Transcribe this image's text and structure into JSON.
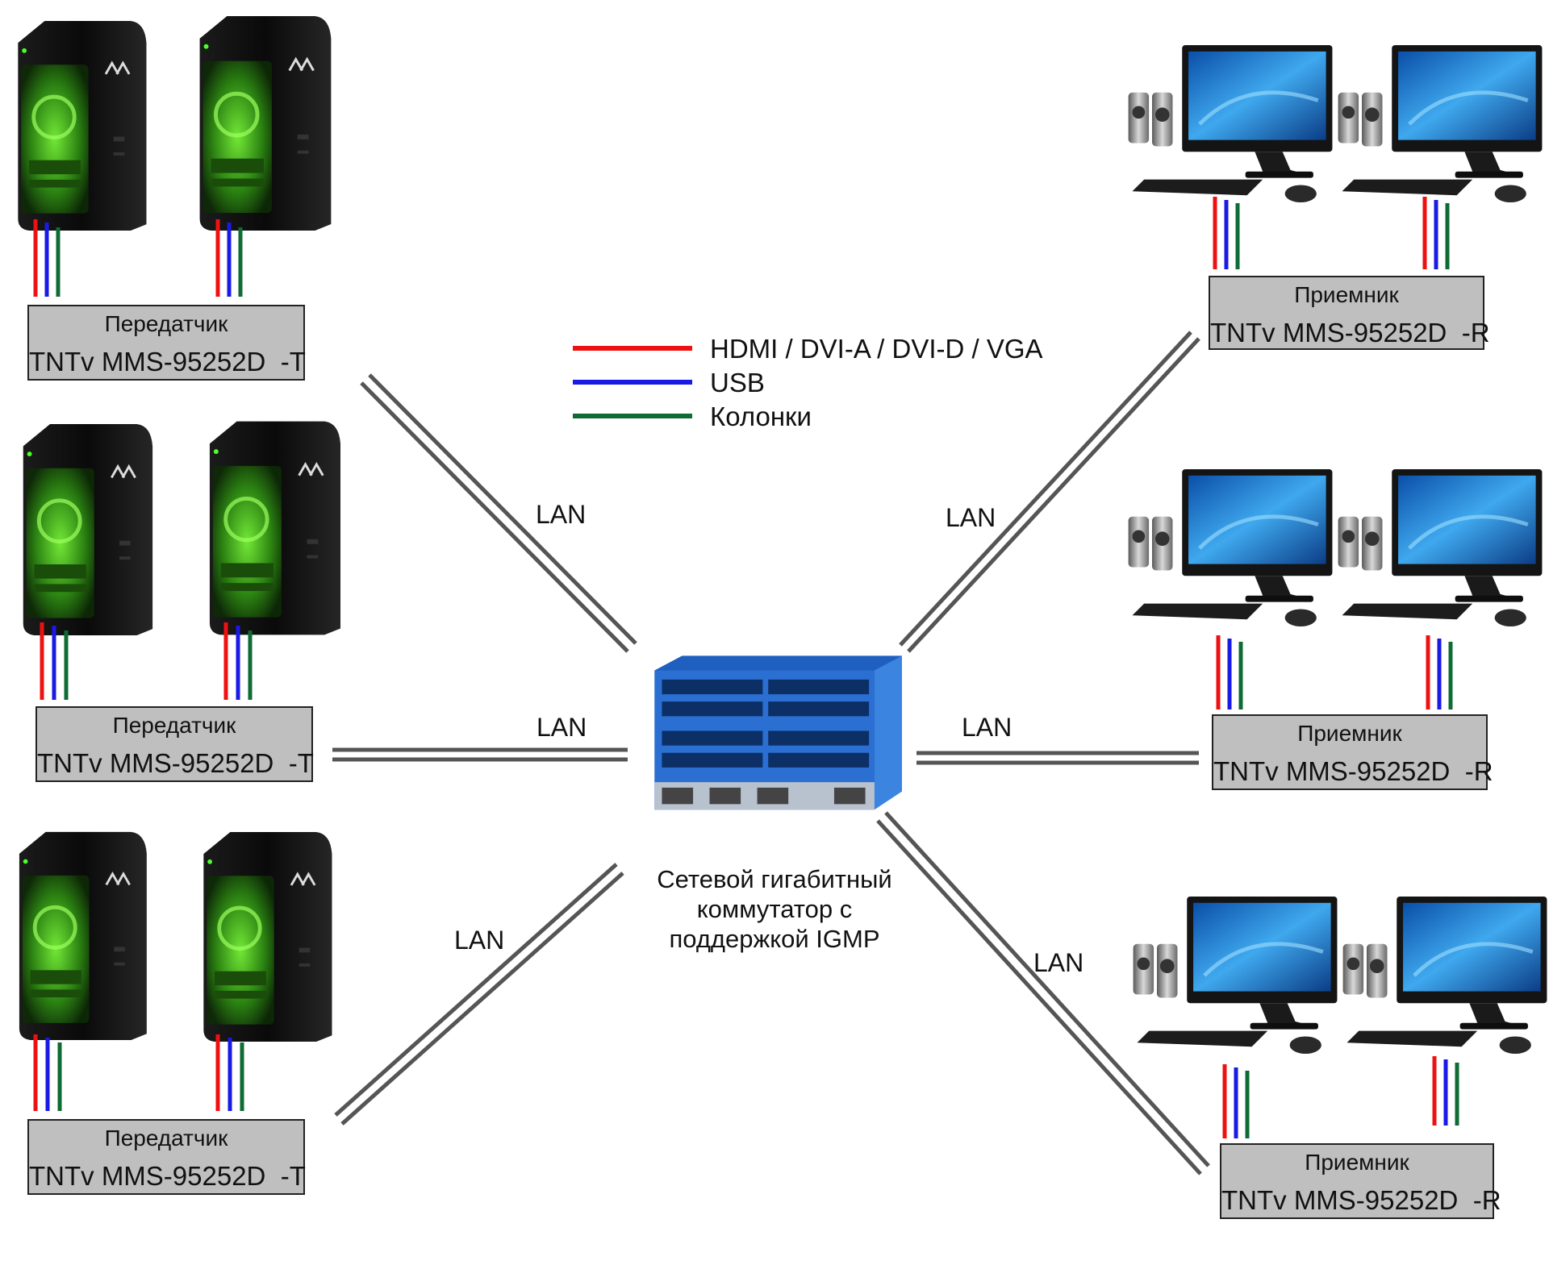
{
  "colors": {
    "video": "#ee1111",
    "usb": "#1a1ae6",
    "audio": "#0e6b34",
    "lan": "#555555",
    "box": "#bfbfbf",
    "switch": "#2a6fd1"
  },
  "legend": {
    "video": "HDMI / DVI-A / DVI-D / VGA",
    "usb": "USB",
    "audio": "Колонки"
  },
  "transmitters": [
    {
      "label": "Передатчик",
      "model": "TNTv MMS-95252D  -T"
    },
    {
      "label": "Передатчик",
      "model": "TNTv MMS-95252D  -T"
    },
    {
      "label": "Передатчик",
      "model": "TNTv MMS-95252D  -T"
    }
  ],
  "receivers": [
    {
      "label": "Приемник",
      "model": "TNTv MMS-95252D  -R"
    },
    {
      "label": "Приемник",
      "model": "TNTv MMS-95252D  -R"
    },
    {
      "label": "Приемник",
      "model": "TNTv MMS-95252D  -R"
    }
  ],
  "links": [
    {
      "label": "LAN"
    },
    {
      "label": "LAN"
    },
    {
      "label": "LAN"
    },
    {
      "label": "LAN"
    },
    {
      "label": "LAN"
    },
    {
      "label": "LAN"
    }
  ],
  "switch": {
    "caption": [
      "Сетевой гигабитный",
      "коммутатор с",
      "поддержкой IGMP"
    ],
    "icon": "network-switch-icon"
  },
  "icons": {
    "transmitter_pc": "pc-tower-icon",
    "receiver_station": "desktop-workstation-icon"
  }
}
